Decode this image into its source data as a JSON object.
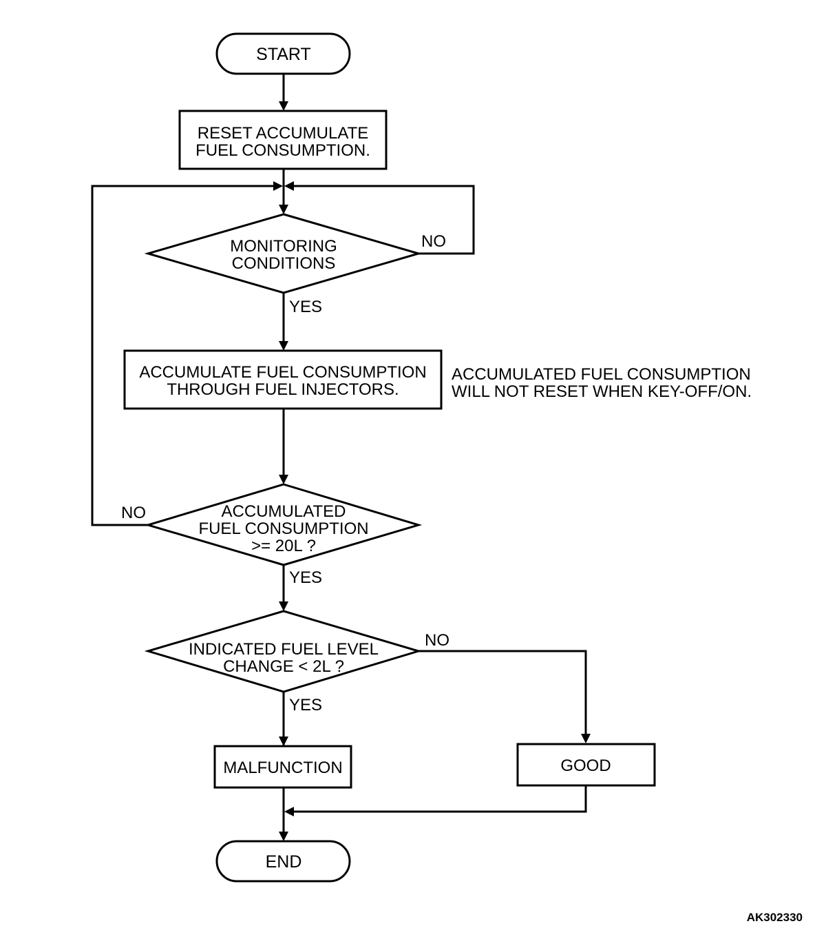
{
  "flowchart": {
    "start": "START",
    "reset": [
      "RESET ACCUMULATE",
      "FUEL CONSUMPTION."
    ],
    "monitoring": [
      "MONITORING",
      "CONDITIONS"
    ],
    "monitoring_no": "NO",
    "monitoring_yes": "YES",
    "accumulate": [
      "ACCUMULATE FUEL CONSUMPTION",
      "THROUGH FUEL INJECTORS."
    ],
    "note": [
      "ACCUMULATED FUEL CONSUMPTION",
      "WILL NOT RESET WHEN KEY-OFF/ON."
    ],
    "check_consumption": [
      "ACCUMULATED",
      "FUEL CONSUMPTION",
      ">= 20L ?"
    ],
    "check_consumption_no": "NO",
    "check_consumption_yes": "YES",
    "check_level": [
      "INDICATED FUEL LEVEL",
      "CHANGE < 2L ?"
    ],
    "check_level_no": "NO",
    "check_level_yes": "YES",
    "malfunction": "MALFUNCTION",
    "good": "GOOD",
    "end": "END"
  },
  "figure_id": "AK302330"
}
